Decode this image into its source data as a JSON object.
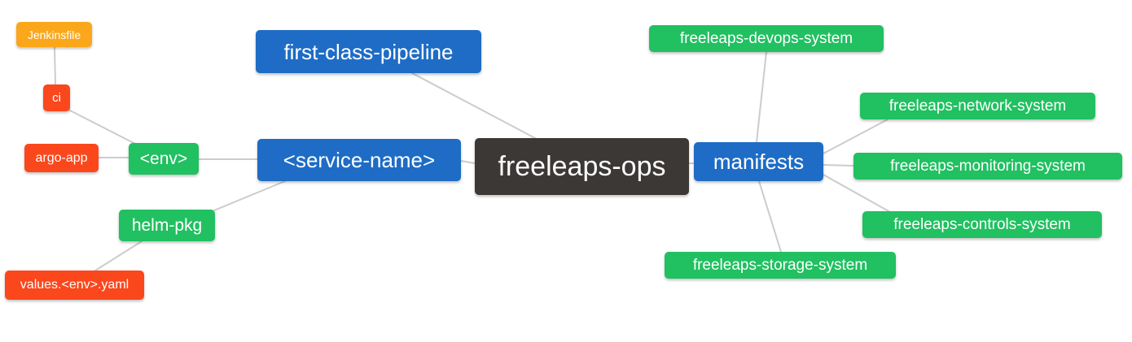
{
  "diagram": {
    "type": "mindmap",
    "root": "freeleaps-ops",
    "palette": {
      "blue": "#1e6cc5",
      "green": "#21c061",
      "red": "#fb471c",
      "orange": "#fba71b",
      "dark": "#3c3836",
      "edge": "#cccccc",
      "text": "#ffffff",
      "background": "#ffffff"
    },
    "nodes": {
      "jenkinsfile": {
        "label": "Jenkinsfile",
        "color": "orange"
      },
      "ci": {
        "label": "ci",
        "color": "red"
      },
      "argo_app": {
        "label": "argo-app",
        "color": "red"
      },
      "env": {
        "label": "<env>",
        "color": "green"
      },
      "helm_pkg": {
        "label": "helm-pkg",
        "color": "green"
      },
      "values_env_yaml": {
        "label": "values.<env>.yaml",
        "color": "red"
      },
      "first_class_pipeline": {
        "label": "first-class-pipeline",
        "color": "blue"
      },
      "service_name": {
        "label": "<service-name>",
        "color": "blue"
      },
      "freeleaps_ops": {
        "label": "freeleaps-ops",
        "color": "dark"
      },
      "manifests": {
        "label": "manifests",
        "color": "blue"
      },
      "devops_system": {
        "label": "freeleaps-devops-system",
        "color": "green"
      },
      "network_system": {
        "label": "freeleaps-network-system",
        "color": "green"
      },
      "monitoring_system": {
        "label": "freeleaps-monitoring-system",
        "color": "green"
      },
      "controls_system": {
        "label": "freeleaps-controls-system",
        "color": "green"
      },
      "storage_system": {
        "label": "freeleaps-storage-system",
        "color": "green"
      }
    },
    "edges": [
      {
        "from": "jenkinsfile",
        "to": "ci"
      },
      {
        "from": "ci",
        "to": "env"
      },
      {
        "from": "argo_app",
        "to": "env"
      },
      {
        "from": "env",
        "to": "service_name"
      },
      {
        "from": "helm_pkg",
        "to": "service_name"
      },
      {
        "from": "values_env_yaml",
        "to": "helm_pkg"
      },
      {
        "from": "service_name",
        "to": "freeleaps_ops"
      },
      {
        "from": "first_class_pipeline",
        "to": "freeleaps_ops"
      },
      {
        "from": "freeleaps_ops",
        "to": "manifests"
      },
      {
        "from": "manifests",
        "to": "devops_system"
      },
      {
        "from": "manifests",
        "to": "network_system"
      },
      {
        "from": "manifests",
        "to": "monitoring_system"
      },
      {
        "from": "manifests",
        "to": "controls_system"
      },
      {
        "from": "manifests",
        "to": "storage_system"
      }
    ]
  }
}
